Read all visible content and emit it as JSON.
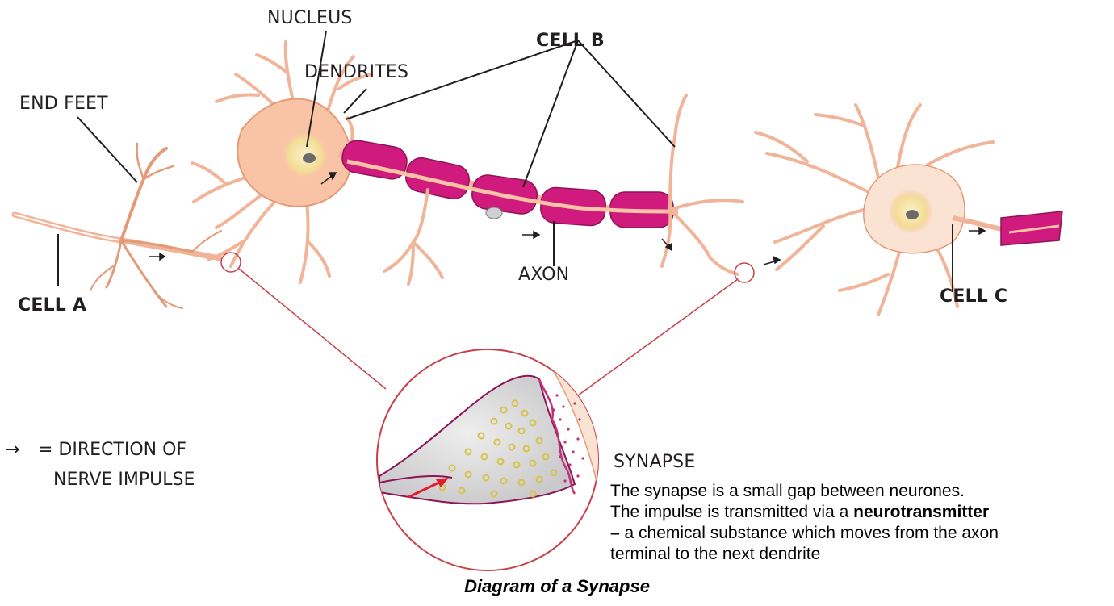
{
  "labels": {
    "nucleus": "NUCLEUS",
    "dendrites": "DENDRITES",
    "cell_b": "CELL B",
    "end_feet": "END FEET",
    "cell_a": "CELL A",
    "axon": "AXON",
    "cell_c": "CELL C",
    "synapse": "SYNAPSE"
  },
  "legend": {
    "symbol": "→",
    "line1": "= DIRECTION OF",
    "line2": "NERVE IMPULSE"
  },
  "description": {
    "line1": "The synapse is a small gap between neurones.",
    "line2_prefix": "The impulse is transmitted via a ",
    "line2_bold": "neurotransmitter",
    "line3_bold": "–",
    "line3_rest": " a chemical substance which moves from the axon",
    "line4": "terminal to the next dendrite"
  },
  "caption": "Diagram of a Synapse",
  "colors": {
    "cell_body": "#f9c4a6",
    "cell_outline": "#e39a78",
    "myelin": "#d01a7e",
    "myelin_outline": "#8e1457",
    "nucleus_halo": "#f6e4a8",
    "nucleus": "#6b6b6b",
    "zoom_ring": "#c8404a",
    "vesicle": "#d7c24a",
    "cleft_dots": "#c2307a",
    "impulse_arrow": "#e21c2a"
  }
}
